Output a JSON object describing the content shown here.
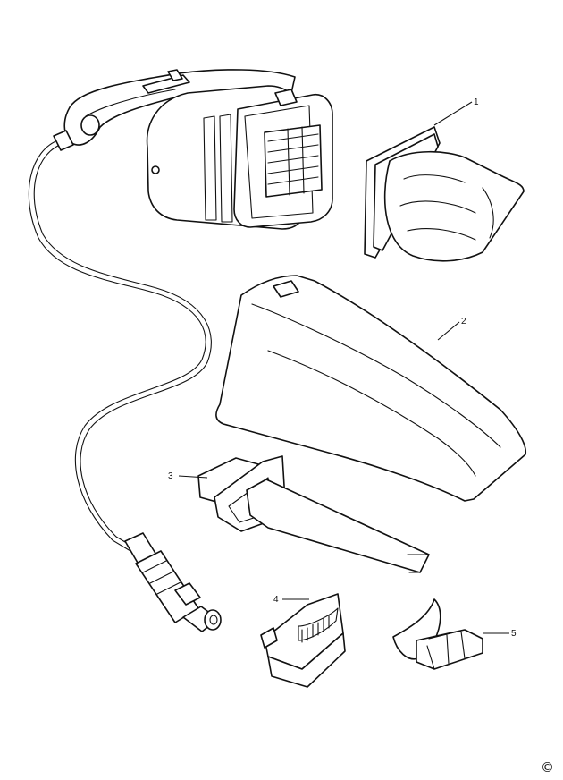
{
  "callouts": {
    "c1": "1",
    "c2": "2",
    "c3": "3",
    "c4": "4",
    "c5": "5"
  },
  "copyright_symbol": "©",
  "colors": {
    "line": "#111111",
    "background": "#ffffff"
  }
}
